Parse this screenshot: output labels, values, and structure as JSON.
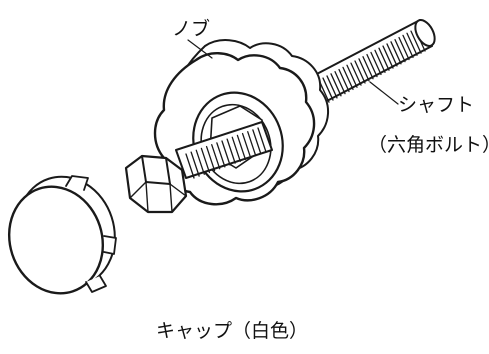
{
  "labels": {
    "knob": "ノブ",
    "shaft": "シャフト",
    "shaft_note": "（六角ボルト）",
    "cap": "キャップ（白色）"
  },
  "colors": {
    "line": "#1a1a1a",
    "fill": "#ffffff"
  }
}
